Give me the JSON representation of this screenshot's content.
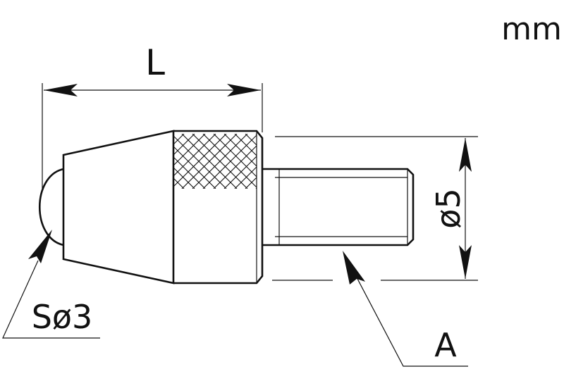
{
  "drawing": {
    "unit_label": "mm",
    "length_label": "L",
    "thread_diameter_label": "ø5",
    "ball_label": "Sø3",
    "thread_label": "A"
  }
}
